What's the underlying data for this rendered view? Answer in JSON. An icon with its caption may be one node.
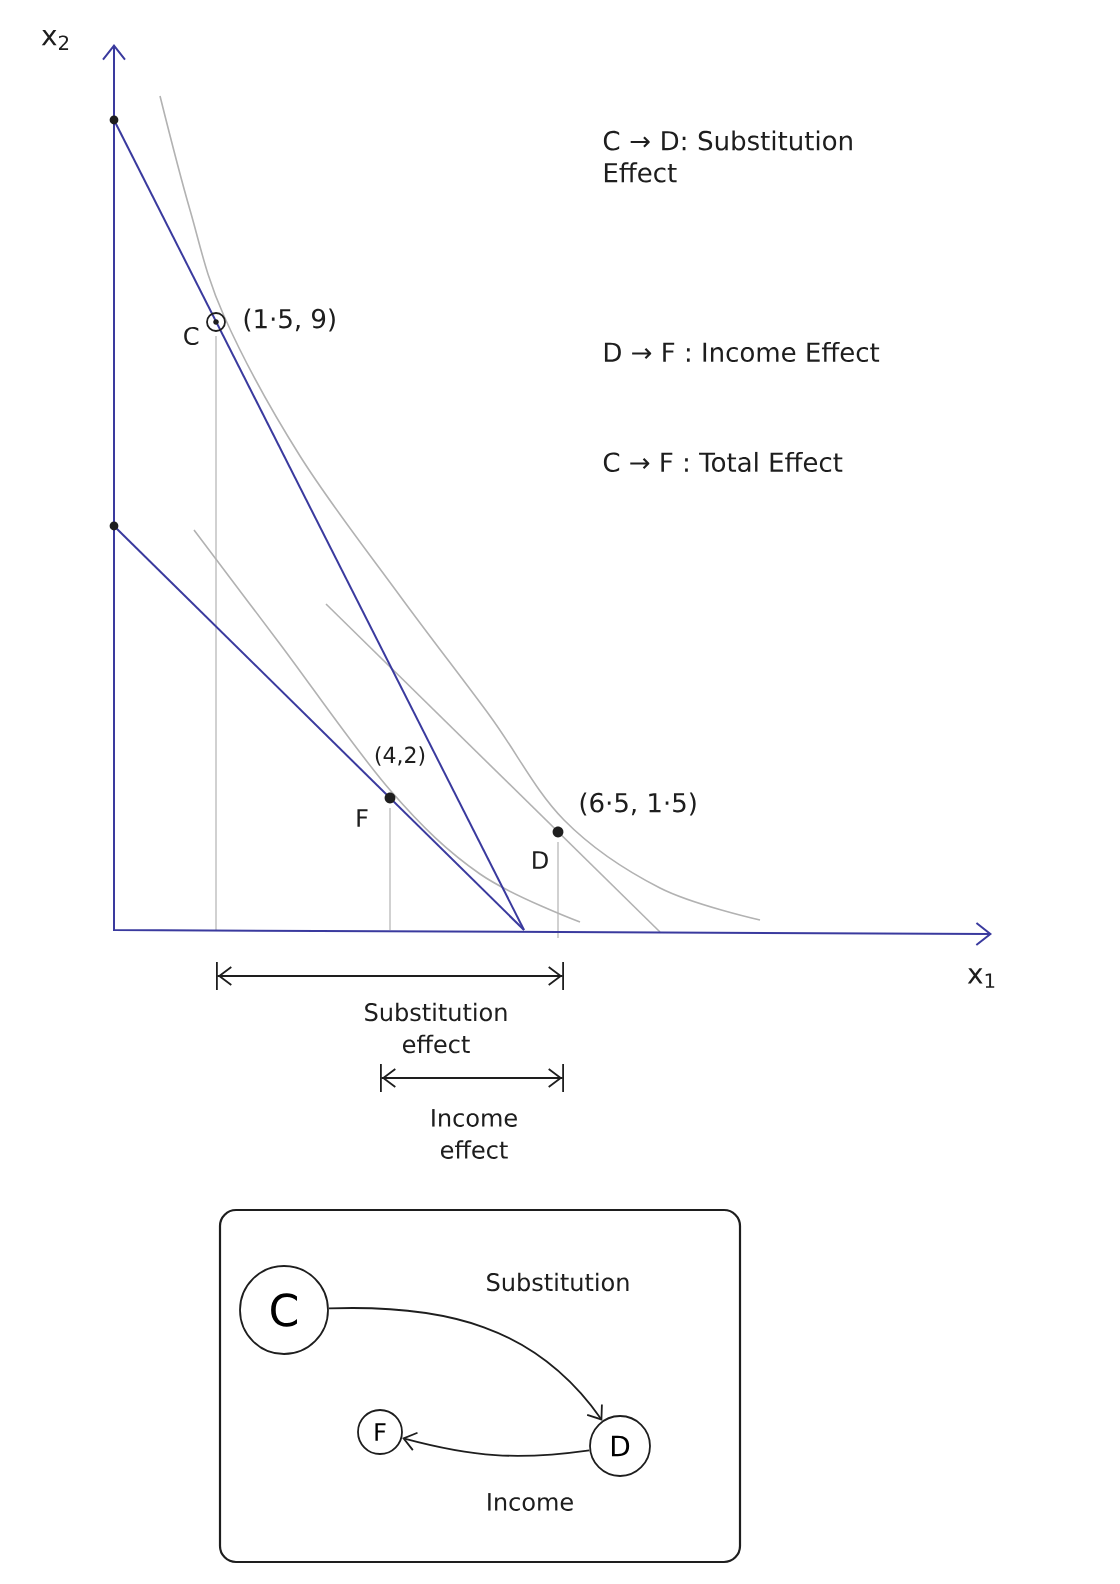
{
  "diagram": {
    "nodes": [
      {
        "text": [],
        "shape": "box"
      },
      {
        "text": [
          "C"
        ],
        "in": 0
      },
      {
        "text": [
          "F"
        ],
        "in": 0
      },
      {
        "text": [
          "D"
        ],
        "in": 0
      }
    ],
    "edges": [
      {
        "from": 1,
        "to": 3,
        "arrow": "to",
        "label": "Substitution"
      },
      {
        "from": 3,
        "to": 2,
        "arrow": "to",
        "label": "Income"
      }
    ],
    "labels": [
      "x$_{2}$",
      "C → D: Substitution Effect",
      "C",
      "(1·5, 9)",
      "D → F : Income Effect",
      "C → F : Total Effect",
      "(4,2)",
      "F",
      "(6·5, 1·5)",
      "D",
      "x$_{1}$",
      "Substitution effect",
      "Income effect"
    ]
  }
}
